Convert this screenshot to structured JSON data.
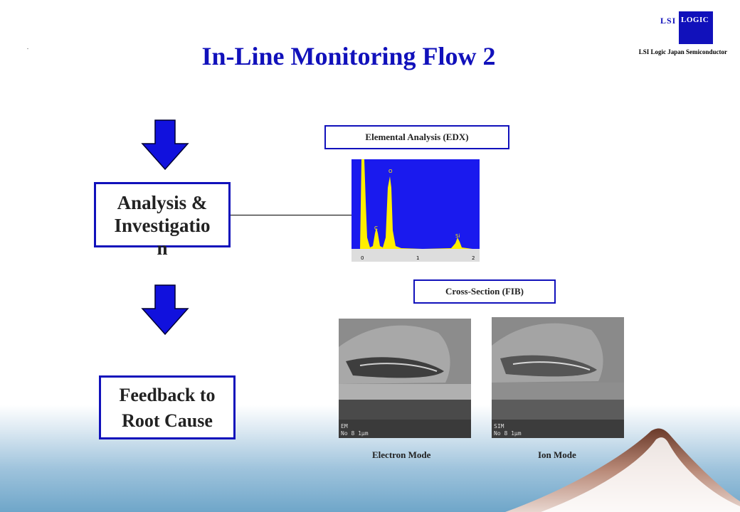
{
  "slide": {
    "title": "In-Line Monitoring Flow 2",
    "marker": "."
  },
  "logo": {
    "lsi": "LSI",
    "logic": "LOGIC",
    "subtitle": "LSI Logic Japan Semiconductor",
    "color": "#1111bb"
  },
  "flow": {
    "analysis_line1": "Analysis &",
    "analysis_line2": "Investigatio",
    "analysis_line3": "n",
    "feedback_line1": "Feedback to",
    "feedback_line2": "Root Cause",
    "arrow_color": "#1111dd"
  },
  "edx": {
    "label": "Elemental Analysis (EDX)",
    "peaks": [
      "O",
      "C",
      "Si"
    ],
    "axis_ticks": [
      "0",
      "1",
      "2"
    ]
  },
  "fib": {
    "label": "Cross-Section (FIB)",
    "electron_mode": "Electron Mode",
    "ion_mode": "Ion Mode",
    "electron_caption_1": "EM",
    "electron_caption_2": "No 8      1μm",
    "ion_caption_1": "SIM",
    "ion_caption_2": "No 8      1μm"
  }
}
